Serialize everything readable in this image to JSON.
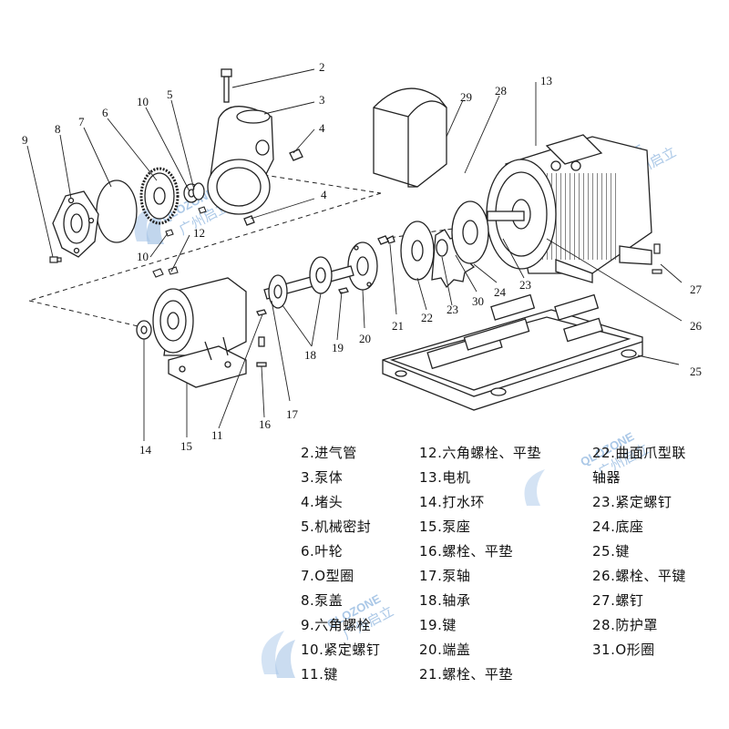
{
  "callouts": [
    "2",
    "3",
    "4",
    "4",
    "5",
    "6",
    "7",
    "8",
    "9",
    "10",
    "10",
    "12",
    "11",
    "13",
    "14",
    "15",
    "16",
    "17",
    "18",
    "19",
    "20",
    "21",
    "22",
    "23",
    "23",
    "24",
    "25",
    "26",
    "27",
    "28",
    "29",
    "30"
  ],
  "legend": {
    "items": [
      "2.进气管",
      "3.泵体",
      "4.堵头",
      "5.机械密封",
      "6.叶轮",
      "7.O型圈",
      "8.泵盖",
      "9.六角螺栓",
      "10.紧定螺钉",
      "11.键",
      "12.六角螺栓、平垫",
      "13.电机",
      "14.打水环",
      "15.泵座",
      "16.螺栓、平垫",
      "17.泵轴",
      "18.轴承",
      "19.键",
      "20.端盖",
      "21.螺栓、平垫",
      "22.曲面爪型联",
      "轴器",
      "23.紧定螺钉",
      "24.底座",
      "25.键",
      "26.螺栓、平键",
      "27.螺钉",
      "28.防护罩",
      "31.O形圈"
    ]
  },
  "watermark": {
    "brand": "QLOZONE",
    "cn": "广州启立",
    "color": "#8fb6df"
  }
}
